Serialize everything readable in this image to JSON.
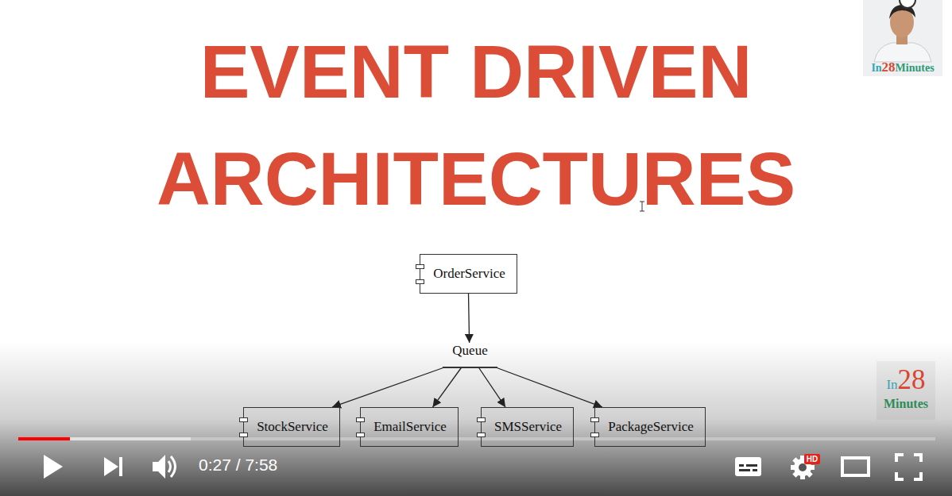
{
  "diagram": {
    "title": "EVENT DRIVEN ARCHITECTURES",
    "nodes": [
      {
        "text": [
          "OrderService"
        ]
      },
      {
        "text": [
          "Queue"
        ]
      },
      {
        "text": [
          "StockService"
        ]
      },
      {
        "text": [
          "EmailService"
        ]
      },
      {
        "text": [
          "SMSService"
        ]
      },
      {
        "text": [
          "PackageService"
        ]
      }
    ],
    "edges": [
      {
        "from": 0,
        "to": 1,
        "arrow": "to"
      },
      {
        "from": 1,
        "to": 2,
        "arrow": "to"
      },
      {
        "from": 1,
        "to": 3,
        "arrow": "to"
      },
      {
        "from": 1,
        "to": 4,
        "arrow": "to"
      },
      {
        "from": 1,
        "to": 5,
        "arrow": "to"
      }
    ],
    "labels": [
      "In",
      "28",
      "Minutes",
      "In",
      "28",
      "Minutes",
      "0:27 / 7:58",
      "HD"
    ]
  }
}
